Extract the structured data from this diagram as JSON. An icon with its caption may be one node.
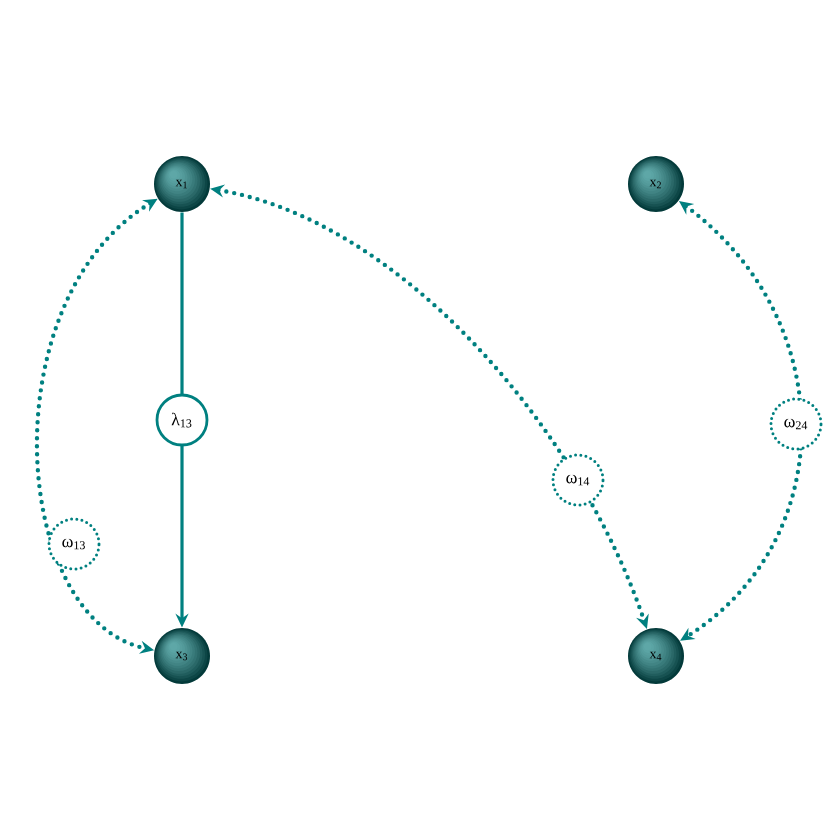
{
  "diagram": {
    "nodes": [
      {
        "text": [
          "x$_{1}$"
        ]
      },
      {
        "text": [
          "x$_{2}$"
        ]
      },
      {
        "text": [
          "x$_{3}$"
        ]
      },
      {
        "text": [
          "x$_{4}$"
        ]
      }
    ],
    "edges": [
      {
        "from": 0,
        "to": 2,
        "arrow": "both",
        "label": "ω$_{13}$",
        "style": "dashed"
      },
      {
        "from": 0,
        "to": 3,
        "arrow": "both",
        "label": "ω$_{14}$",
        "style": "dashed"
      },
      {
        "from": 1,
        "to": 3,
        "arrow": "both",
        "label": "ω$_{24}$",
        "style": "dashed"
      },
      {
        "from": 0,
        "to": 2,
        "arrow": "to",
        "label": "λ$_{13}$"
      }
    ]
  }
}
